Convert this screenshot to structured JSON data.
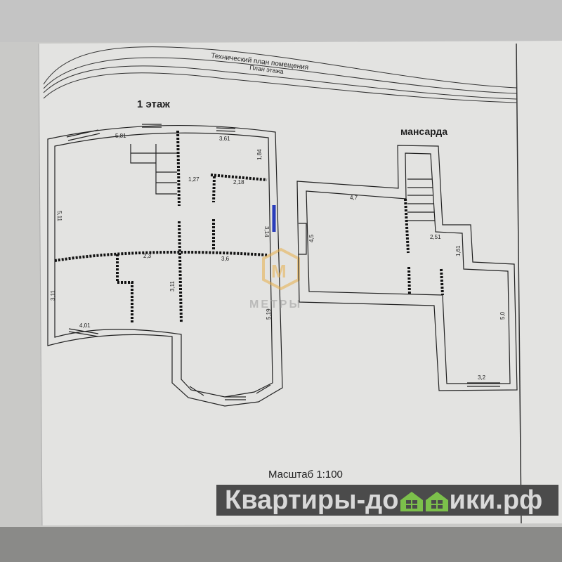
{
  "header": {
    "title": "Технический план помещения",
    "subtitle": "План этажа"
  },
  "floor1": {
    "title": "1 этаж",
    "dims": [
      "5,81",
      "3,61",
      "1,84",
      "1,27",
      "2,18",
      "3,14",
      "5,11",
      "2,3",
      "3,6",
      "3,11",
      "3,11",
      "4,01",
      "5,19"
    ]
  },
  "attic": {
    "title": "мансарда",
    "dims": [
      "4,7",
      "4,5",
      "2,51",
      "1,61",
      "5,0",
      "3,2"
    ]
  },
  "scale": "Масштаб 1:100",
  "watermark": {
    "letter": "М",
    "text": "МЕТРЫ",
    "color": "#e8b04a"
  },
  "banner": {
    "text_left": "Квартиры-до",
    "text_right": "ики.рф",
    "accent": "#7cc04b"
  }
}
